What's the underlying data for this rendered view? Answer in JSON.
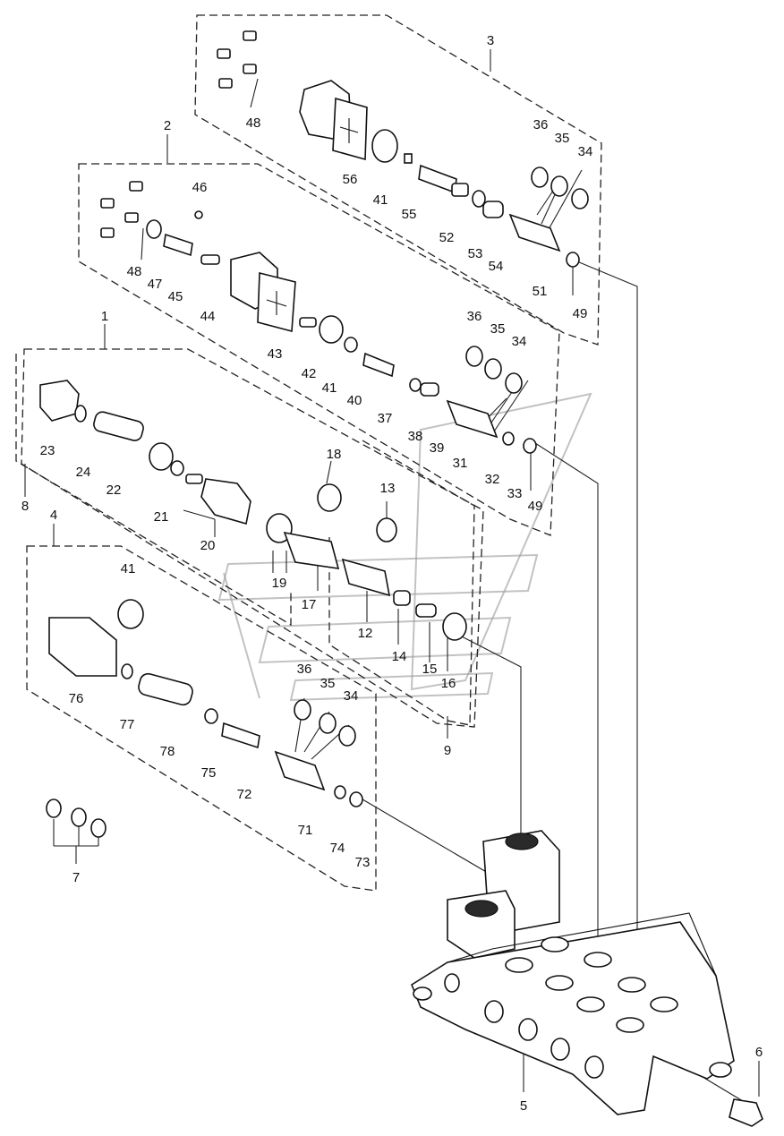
{
  "callouts": {
    "c1": "1",
    "c2": "2",
    "c3": "3",
    "c4": "4",
    "c5": "5",
    "c6": "6",
    "c7": "7",
    "c8": "8",
    "c9": "9",
    "c12": "12",
    "c13": "13",
    "c14": "14",
    "c15": "15",
    "c16": "16",
    "c17": "17",
    "c18": "18",
    "c19": "19",
    "c20": "20",
    "c21": "21",
    "c22": "22",
    "c23": "23",
    "c24": "24",
    "c31": "31",
    "c32": "32",
    "c33": "33",
    "c34a": "34",
    "c35a": "35",
    "c36a": "36",
    "c37": "37",
    "c38": "38",
    "c39": "39",
    "c40": "40",
    "c41a": "41",
    "c42": "42",
    "c43": "43",
    "c44": "44",
    "c45": "45",
    "c46": "46",
    "c47": "47",
    "c48a": "48",
    "c49a": "49",
    "c34b": "34",
    "c35b": "35",
    "c36b": "36",
    "c41b": "41",
    "c48b": "48",
    "c49b": "49",
    "c51": "51",
    "c52": "52",
    "c53": "53",
    "c54": "54",
    "c55": "55",
    "c56": "56",
    "c34c": "34",
    "c35c": "35",
    "c36c": "36",
    "c41c": "41",
    "c71": "71",
    "c72": "72",
    "c73": "73",
    "c74": "74",
    "c75": "75",
    "c76": "76",
    "c77": "77",
    "c78": "78"
  }
}
